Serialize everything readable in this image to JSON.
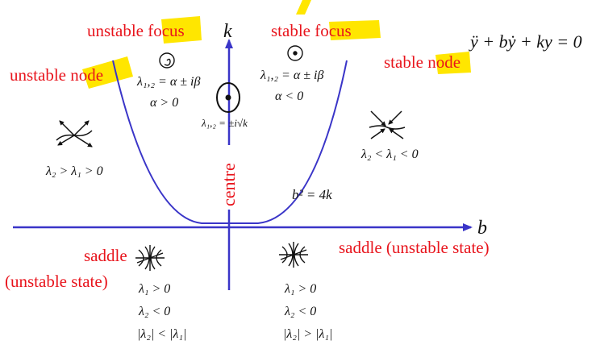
{
  "colors": {
    "curve": "#3a35c8",
    "axis": "#3a35c8",
    "label": "#e8141c",
    "highlight": "#ffe600",
    "math": "#111111"
  },
  "axes": {
    "x": "b",
    "y": "k"
  },
  "equation": "ÿ + bẏ + ky = 0",
  "parabola": "b² = 4k",
  "centre": {
    "label": "centre",
    "eigen": "λ₁,₂ = ±i√k"
  },
  "regions": {
    "unstable_focus": {
      "label_prefix": "unstable ",
      "label_highlight": "focus",
      "eigen": "λ₁,₂ = α ± iβ",
      "condition": "α > 0"
    },
    "stable_focus": {
      "label_prefix": "stable fo",
      "label_highlight": "cus",
      "eigen": "λ₁,₂ = α ± iβ",
      "condition": "α < 0"
    },
    "unstable_node": {
      "label_prefix": "unstable ",
      "label_highlight": "node",
      "condition": "λ₂ > λ₁ > 0"
    },
    "stable_node": {
      "label_prefix": "stable ",
      "label_highlight": "node",
      "condition": "λ₂ < λ₁ < 0"
    },
    "saddle_left": {
      "label_line1": "saddle",
      "label_line2": "(unstable state)",
      "cond1": "λ₁ > 0",
      "cond2": "λ₂ < 0",
      "cond3": "|λ₂| < |λ₁|"
    },
    "saddle_right": {
      "label": "saddle (unstable state)",
      "cond1": "λ₁ > 0",
      "cond2": "λ₂ < 0",
      "cond3": "|λ₂| > |λ₁|"
    }
  }
}
